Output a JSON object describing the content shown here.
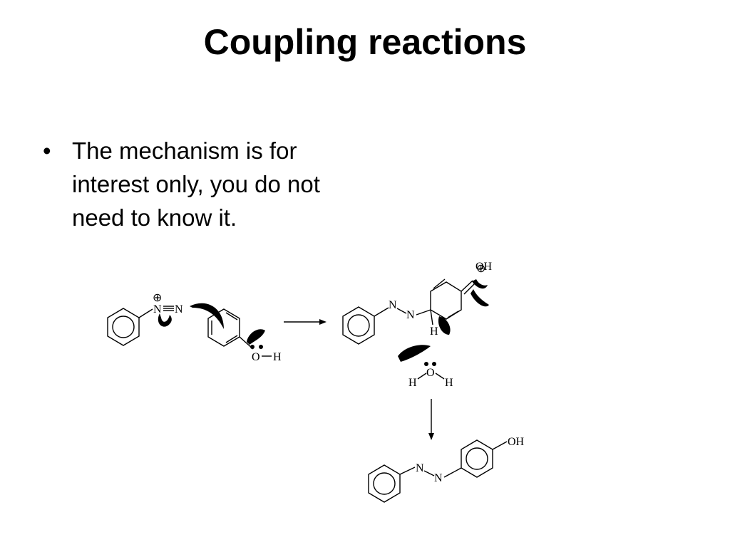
{
  "slide": {
    "title": "Coupling reactions",
    "bullets": [
      {
        "marker": "•",
        "text": "The mechanism is for interest only, you do not need to know it."
      }
    ]
  },
  "scheme": {
    "labels": {
      "n1": "N",
      "n2": "N",
      "plus": "⊕",
      "o_phenol": "O",
      "h_phenol": "H",
      "n3": "N",
      "n4": "N",
      "oh_top": "OH",
      "plus2": "⊕",
      "h_sp3": "H",
      "o_water": "O",
      "h_water_left": "H",
      "h_water_right": "H",
      "n5": "N",
      "n6": "N",
      "oh_product": "OH"
    },
    "icons": {
      "arrow_right": "reaction-arrow-right-icon",
      "arrow_down": "reaction-arrow-down-icon",
      "curly": "curly-arrow-icon"
    }
  }
}
